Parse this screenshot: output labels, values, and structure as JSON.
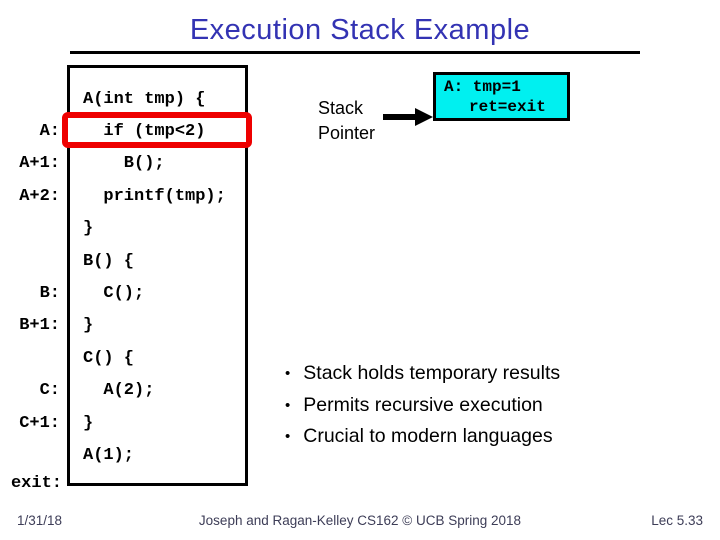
{
  "title": {
    "text": "Execution Stack Example"
  },
  "code": {
    "rows": [
      {
        "label": "",
        "code": "A(int tmp) {"
      },
      {
        "label": "A:",
        "code": "  if (tmp<2)",
        "highlighted": true
      },
      {
        "label": "A+1:",
        "code": "    B();"
      },
      {
        "label": "A+2:",
        "code": "  printf(tmp);"
      },
      {
        "label": "",
        "code": "}"
      },
      {
        "label": "",
        "code": "B() {"
      },
      {
        "label": "B:",
        "code": "  C();"
      },
      {
        "label": "B+1:",
        "code": "}"
      },
      {
        "label": "",
        "code": "C() {"
      },
      {
        "label": "C:",
        "code": "  A(2);"
      },
      {
        "label": "C+1:",
        "code": "}"
      },
      {
        "label": "",
        "code": "A(1);"
      }
    ],
    "exit_label": "exit:"
  },
  "stack_pointer": {
    "line1": "Stack",
    "line2": "Pointer"
  },
  "stack_frame": {
    "line1": "A: tmp=1",
    "line2": "ret=exit"
  },
  "bullets": [
    "Stack holds temporary results",
    "Permits recursive execution",
    "Crucial to modern languages"
  ],
  "footer": {
    "date": "1/31/18",
    "course": "Joseph and Ragan-Kelley CS162 © UCB Spring 2018",
    "lecture": "Lec 5.33"
  },
  "colors": {
    "title_blue": "#3333b3",
    "highlight_red": "#ee0000",
    "stack_frame_cyan": "#00f0f0",
    "footer_slate": "#3d3d57"
  }
}
